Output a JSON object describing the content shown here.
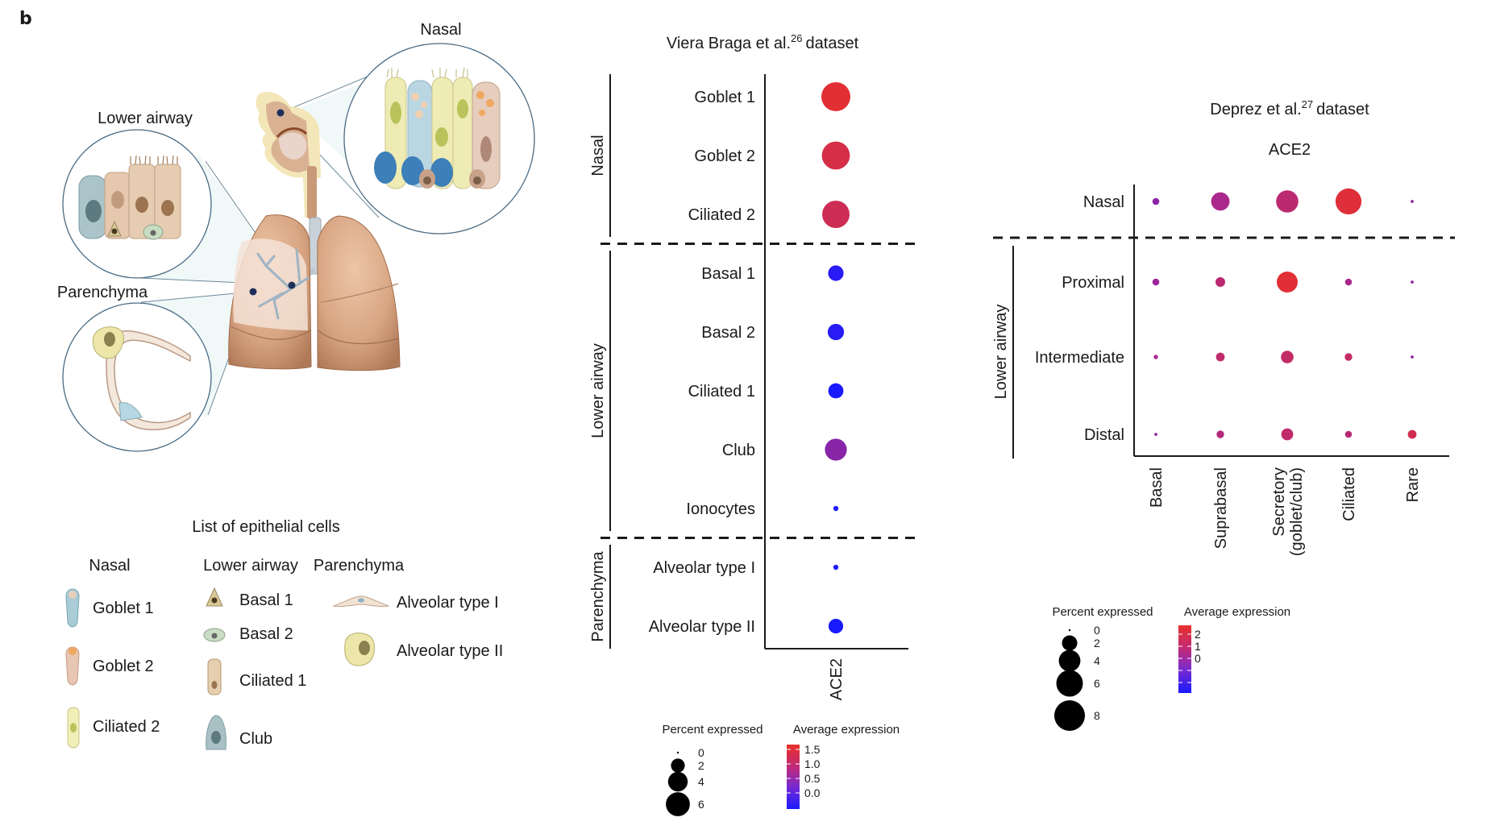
{
  "panel_label": "b",
  "illustration": {
    "labels": {
      "nasal": "Nasal",
      "lower_airway": "Lower airway",
      "parenchyma": "Parenchyma"
    },
    "cell_list": {
      "title": "List of epithelial cells",
      "columns": [
        {
          "header": "Nasal",
          "cells": [
            {
              "name": "Goblet 1",
              "icon": "goblet-1-cell-icon",
              "color": "#a9ccd6"
            },
            {
              "name": "Goblet 2",
              "icon": "goblet-2-cell-icon",
              "color": "#e8c6b4"
            },
            {
              "name": "Ciliated 2",
              "icon": "ciliated-2-cell-icon",
              "color": "#f1efb8"
            }
          ]
        },
        {
          "header": "Lower airway",
          "cells": [
            {
              "name": "Basal 1",
              "icon": "basal-1-cell-icon",
              "color": "#d9c997"
            },
            {
              "name": "Basal 2",
              "icon": "basal-2-cell-icon",
              "color": "#c9dcc4"
            },
            {
              "name": "Ciliated 1",
              "icon": "ciliated-1-cell-icon",
              "color": "#e6cfb0"
            },
            {
              "name": "Club",
              "icon": "club-cell-icon",
              "color": "#a9c0c4"
            }
          ]
        },
        {
          "header": "Parenchyma",
          "cells": [
            {
              "name": "Alveolar type I",
              "icon": "alveolar-type-1-cell-icon",
              "color": "#f1e3d3"
            },
            {
              "name": "Alveolar type II",
              "icon": "alveolar-type-2-cell-icon",
              "color": "#ece7a8"
            }
          ]
        }
      ]
    }
  },
  "chart_data": [
    {
      "type": "scatter",
      "subtype": "dot-plot",
      "title": "Viera Braga et al.",
      "title_superscript": "26",
      "title_suffix": "dataset",
      "x_categories": [
        "ACE2"
      ],
      "groups": [
        {
          "name": "Nasal",
          "rows": [
            "Goblet 1",
            "Goblet 2",
            "Ciliated 2"
          ]
        },
        {
          "name": "Lower airway",
          "rows": [
            "Basal 1",
            "Basal 2",
            "Ciliated 1",
            "Club",
            "Ionocytes"
          ]
        },
        {
          "name": "Parenchyma",
          "rows": [
            "Alveolar type I",
            "Alveolar type II"
          ]
        }
      ],
      "points": [
        {
          "row": "Goblet 1",
          "gene": "ACE2",
          "percent_expressed": 6.3,
          "average_expression": 1.5
        },
        {
          "row": "Goblet 2",
          "gene": "ACE2",
          "percent_expressed": 5.9,
          "average_expression": 1.3
        },
        {
          "row": "Ciliated 2",
          "gene": "ACE2",
          "percent_expressed": 5.6,
          "average_expression": 1.15
        },
        {
          "row": "Basal 1",
          "gene": "ACE2",
          "percent_expressed": 1.8,
          "average_expression": -0.4
        },
        {
          "row": "Basal 2",
          "gene": "ACE2",
          "percent_expressed": 2.0,
          "average_expression": -0.4
        },
        {
          "row": "Ciliated 1",
          "gene": "ACE2",
          "percent_expressed": 1.7,
          "average_expression": -0.5
        },
        {
          "row": "Club",
          "gene": "ACE2",
          "percent_expressed": 3.6,
          "average_expression": 0.3
        },
        {
          "row": "Ionocytes",
          "gene": "ACE2",
          "percent_expressed": 0.2,
          "average_expression": -0.45
        },
        {
          "row": "Alveolar type I",
          "gene": "ACE2",
          "percent_expressed": 0.2,
          "average_expression": -0.45
        },
        {
          "row": "Alveolar type II",
          "gene": "ACE2",
          "percent_expressed": 1.6,
          "average_expression": -0.5
        }
      ],
      "size_legend": {
        "title": "Percent expressed",
        "values": [
          0,
          2,
          4,
          6
        ]
      },
      "color_legend": {
        "title": "Average expression",
        "ticks": [
          "1.5",
          "1.0",
          "0.5",
          "0.0"
        ],
        "range": [
          -0.5,
          1.6
        ],
        "low_color": "#1a1aff",
        "high_color": "#e8302a"
      }
    },
    {
      "type": "scatter",
      "subtype": "dot-plot",
      "title": "Deprez et al.",
      "title_superscript": "27",
      "title_suffix": "dataset",
      "subtitle": "ACE2",
      "x_categories": [
        "Basal",
        "Suprabasal",
        "Secretory\n(goblet/club)",
        "Ciliated",
        "Rare"
      ],
      "x_category_lines": [
        [
          "Basal"
        ],
        [
          "Suprabasal"
        ],
        [
          "Secretory",
          "(goblet/club)"
        ],
        [
          "Ciliated"
        ],
        [
          "Rare"
        ]
      ],
      "groups": [
        {
          "name": "",
          "rows": [
            "Nasal"
          ]
        },
        {
          "name": "Lower airway",
          "rows": [
            "Proximal",
            "Intermediate",
            "Distal"
          ]
        }
      ],
      "points": [
        {
          "row": "Nasal",
          "col": "Basal",
          "percent_expressed": 0.5,
          "average_expression": 0.2
        },
        {
          "row": "Nasal",
          "col": "Suprabasal",
          "percent_expressed": 3.6,
          "average_expression": 0.6
        },
        {
          "row": "Nasal",
          "col": "Secretory",
          "percent_expressed": 5.3,
          "average_expression": 1.1
        },
        {
          "row": "Nasal",
          "col": "Ciliated",
          "percent_expressed": 7.2,
          "average_expression": 2.1
        },
        {
          "row": "Nasal",
          "col": "Rare",
          "percent_expressed": 0.1,
          "average_expression": 0.2
        },
        {
          "row": "Proximal",
          "col": "Basal",
          "percent_expressed": 0.5,
          "average_expression": 0.4
        },
        {
          "row": "Proximal",
          "col": "Suprabasal",
          "percent_expressed": 1.0,
          "average_expression": 1.1
        },
        {
          "row": "Proximal",
          "col": "Secretory",
          "percent_expressed": 4.7,
          "average_expression": 2.2
        },
        {
          "row": "Proximal",
          "col": "Ciliated",
          "percent_expressed": 0.5,
          "average_expression": 0.6
        },
        {
          "row": "Proximal",
          "col": "Rare",
          "percent_expressed": 0.1,
          "average_expression": 0.3
        },
        {
          "row": "Intermediate",
          "col": "Basal",
          "percent_expressed": 0.2,
          "average_expression": 0.6
        },
        {
          "row": "Intermediate",
          "col": "Suprabasal",
          "percent_expressed": 0.8,
          "average_expression": 1.2
        },
        {
          "row": "Intermediate",
          "col": "Secretory",
          "percent_expressed": 1.7,
          "average_expression": 1.3
        },
        {
          "row": "Intermediate",
          "col": "Ciliated",
          "percent_expressed": 0.6,
          "average_expression": 1.3
        },
        {
          "row": "Intermediate",
          "col": "Rare",
          "percent_expressed": 0.1,
          "average_expression": 0.3
        },
        {
          "row": "Distal",
          "col": "Basal",
          "percent_expressed": 0.1,
          "average_expression": 0.3
        },
        {
          "row": "Distal",
          "col": "Suprabasal",
          "percent_expressed": 0.6,
          "average_expression": 0.9
        },
        {
          "row": "Distal",
          "col": "Secretory",
          "percent_expressed": 1.5,
          "average_expression": 1.2
        },
        {
          "row": "Distal",
          "col": "Ciliated",
          "percent_expressed": 0.5,
          "average_expression": 1.0
        },
        {
          "row": "Distal",
          "col": "Rare",
          "percent_expressed": 0.8,
          "average_expression": 1.7
        }
      ],
      "size_legend": {
        "title": "Percent expressed",
        "values": [
          0,
          2,
          4,
          6,
          8
        ]
      },
      "color_legend": {
        "title": "Average expression",
        "ticks": [
          "2",
          "1",
          "0"
        ],
        "range": [
          -1.2,
          2.4
        ],
        "low_color": "#1a1aff",
        "high_color": "#e8302a"
      }
    }
  ]
}
